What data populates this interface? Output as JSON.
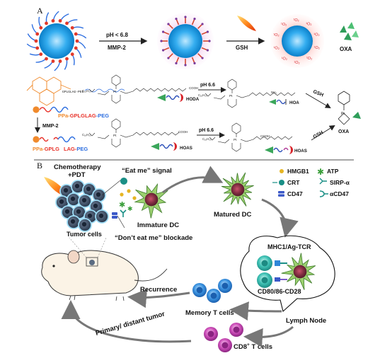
{
  "panels": {
    "a": "A",
    "b": "B"
  },
  "panel_a": {
    "cond1_line1": "pH < 6.8",
    "cond1_line2": "MMP-2",
    "cond2": "GSH",
    "oxa_label": "OXA",
    "ox_mark": "¹O₂",
    "peptide_small": "GPLGLAG-PEG",
    "conj_prefix": "PPa-",
    "conj_peptide": "GPLGLAG",
    "conj_suffix": "-PEG",
    "mmp2": "MMP-2",
    "frag1_prefix": "PPa-",
    "frag1_peptide": "GPLG",
    "frag2_peptide": "LAG-",
    "frag2_suffix": "PEG",
    "hoda": "HODA",
    "hoa": "HOA",
    "hoas_left": "HOAS",
    "hoas_right": "HOAS",
    "ph66_top": "pH 6.6",
    "ph66_bottom": "pH 6.6",
    "gsh_top": "GSH",
    "gsh_bottom": "GSH",
    "oxa_chem": "OXA",
    "pt": "Pt",
    "chain": "C₁₆H₃₃",
    "cooh": "COOH",
    "nh2": "NH₂"
  },
  "panel_b": {
    "chemo_line1": "Chemotherapy",
    "chemo_line2": "+PDT",
    "eat_me": "“Eat me” signal",
    "dont_eat_me": "“Don’t eat me” blockade",
    "tumor_cells": "Tumor cells",
    "immature_dc": "Immature DC",
    "matured_dc": "Matured DC",
    "legend": {
      "hmgb1": "HMGB1",
      "atp": "ATP",
      "crt": "CRT",
      "sirp": "SIRP-α",
      "cd47": "CD47",
      "acd47": "αCD47"
    },
    "mhc": "MHC1/Ag-TCR",
    "cd80": "CD80/86-CD28",
    "lymph_node": "Lymph Node",
    "recurrence": "Recurrence",
    "memory_t": "Memory T cells",
    "primary_tumor": "Primary/ distant tumor",
    "cd8_prefix": "CD8",
    "cd8_sup": "+",
    "cd8_suffix": " T cells"
  },
  "colors": {
    "core_blue": "#1aa3e0",
    "micelle_red": "#e23a2a",
    "peg_blue": "#2e6fe0",
    "peptide_red": "#e8322a",
    "ppa_orange": "#f08a2c",
    "dc_green": "#4f8e3a",
    "t_cell_blue": "#2f86d8",
    "cd8_magenta": "#b03a98",
    "arrow_gray": "#777777"
  }
}
